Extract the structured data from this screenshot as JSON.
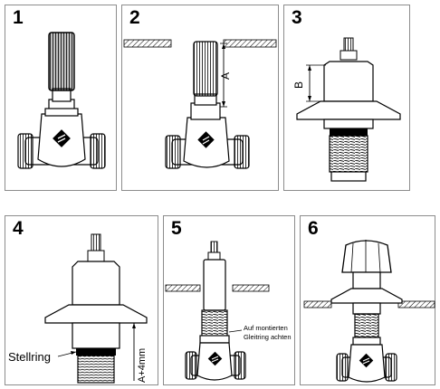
{
  "panels": [
    {
      "number": "1"
    },
    {
      "number": "2",
      "dimension_label": "A"
    },
    {
      "number": "3",
      "dimension_label": "B"
    },
    {
      "number": "4",
      "ring_label": "Stellring",
      "dimension_label": "A+4mm"
    },
    {
      "number": "5",
      "note_line1": "Auf montierten",
      "note_line2": "Gleitring achten"
    },
    {
      "number": "6"
    }
  ]
}
